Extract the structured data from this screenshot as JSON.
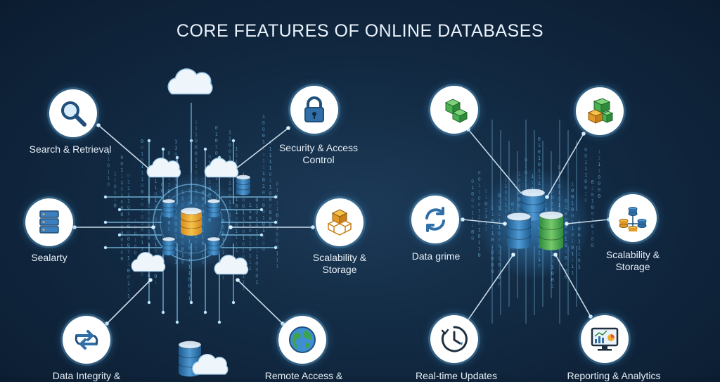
{
  "title": "CORE FEATURES OF ONLINE DATABASES",
  "colors": {
    "background": "#122a43",
    "line": "#7fc3ea",
    "glow": "#4fb3ff",
    "accent_blue": "#2f6ea6",
    "accent_green": "#4caf50",
    "accent_orange": "#f0a830"
  },
  "left_cluster": {
    "nodes": [
      {
        "icon": "magnifier-icon",
        "label": "Search & Retrieval"
      },
      {
        "icon": "padlock-icon",
        "label_lines": [
          "Security & Access",
          "Control"
        ]
      },
      {
        "icon": "server-stack-icon",
        "label": "Sealarty"
      },
      {
        "icon": "boxes-icon",
        "label_lines": [
          "Scalability &",
          "Storage"
        ]
      },
      {
        "icon": "sync-arrows-icon",
        "label": "Data Integrity &"
      },
      {
        "icon": "globe-icon",
        "label": "Remote Access &"
      }
    ]
  },
  "right_cluster": {
    "nodes": [
      {
        "icon": "cubes-icon",
        "label": ""
      },
      {
        "icon": "crates-icon",
        "label": ""
      },
      {
        "icon": "refresh-icon",
        "label": "Data grime"
      },
      {
        "icon": "database-network-icon",
        "label_lines": [
          "Scalability &",
          "Storage"
        ]
      },
      {
        "icon": "clock-icon",
        "label": "Real-time Updates"
      },
      {
        "icon": "analytics-monitor-icon",
        "label": "Reporting & Analytics"
      }
    ]
  }
}
